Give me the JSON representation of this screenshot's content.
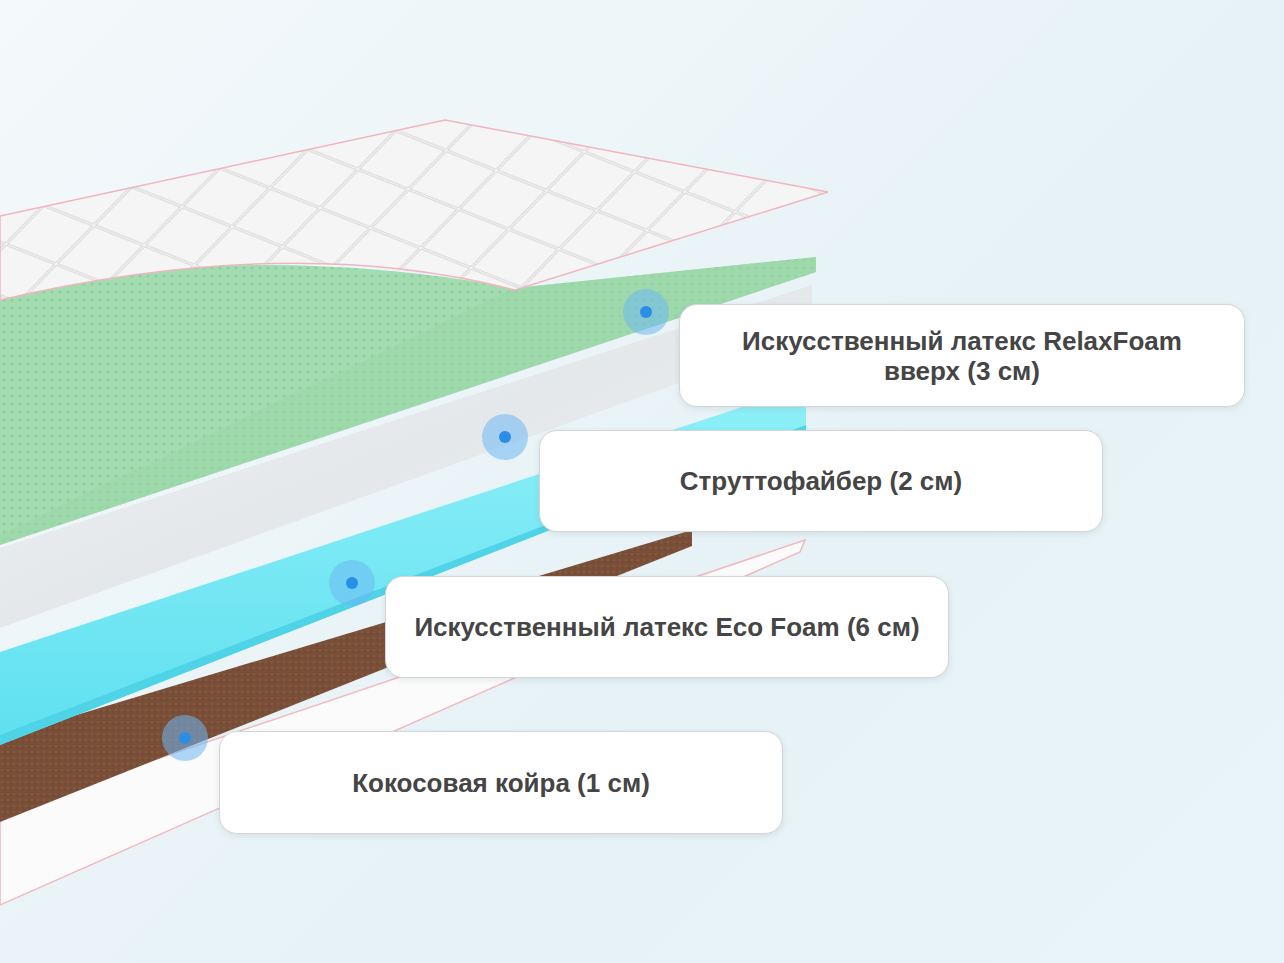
{
  "diagram": {
    "nodes": [
      {
        "text": [
          "Искусственный латекс RelaxFoam вверх (3 см)"
        ]
      },
      {
        "text": [
          "Струттофайбер (2 см)"
        ]
      },
      {
        "text": [
          "Искусственный латекс Eco Foam (6 см)"
        ]
      },
      {
        "text": [
          "Кокосовая койра (1 см)"
        ]
      }
    ]
  }
}
